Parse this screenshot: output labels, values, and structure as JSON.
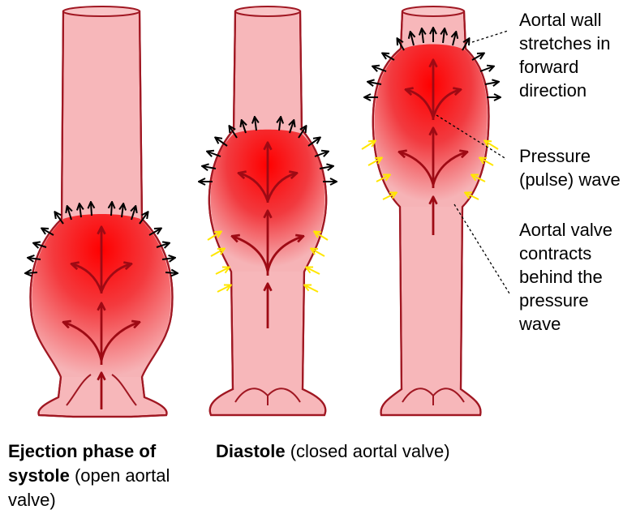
{
  "captions": {
    "systole_bold": "Ejection phase of systole",
    "systole_rest": " (open aortal valve)",
    "diastole_bold": "Diastole",
    "diastole_rest": " (closed aortal valve)"
  },
  "callouts": {
    "wall": "Aortal wall\nstretches in\nforward\ndirection",
    "pulse": "Pressure\n(pulse) wave",
    "valve": "Aortal valve\ncontracts\nbehind the\npressure\nwave"
  },
  "colors": {
    "vessel_fill": "#f7b7ba",
    "vessel_edge": "#a01722",
    "pressure_core": "#ff0000",
    "pressure_edge": "#f5a3a7",
    "outward_arrow": "#000000",
    "contraction_arrow": "#ffe600",
    "flow_arrow": "#9e0a14"
  }
}
